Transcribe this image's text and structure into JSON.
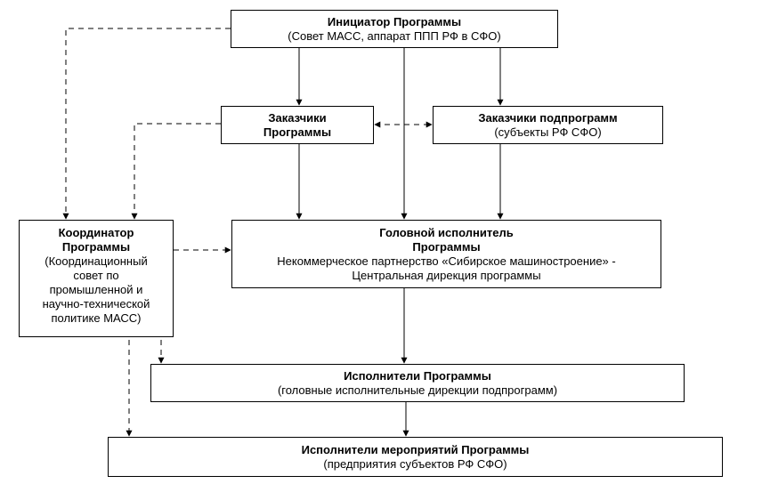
{
  "initiator": {
    "title": "Инициатор Программы",
    "subtitle": "(Совет МАСС, аппарат ППП РФ в СФО)"
  },
  "customers": {
    "line1": "Заказчики",
    "line2": "Программы"
  },
  "subprogram_customers": {
    "title": "Заказчики подпрограмм",
    "subtitle": "(субъекты РФ СФО)"
  },
  "coordinator": {
    "line1": "Координатор",
    "line2": "Программы",
    "desc1": "(Координационный",
    "desc2": "совет по",
    "desc3": "промышленной и",
    "desc4": "научно-технической",
    "desc5": "политике МАСС)"
  },
  "head_executor": {
    "line1": "Головной исполнитель",
    "line2": "Программы",
    "desc1": "Некоммерческое партнерство «Сибирское машиностроение» -",
    "desc2": "Центральная дирекция программы"
  },
  "executors": {
    "title": "Исполнители Программы",
    "subtitle": "(головные исполнительные дирекции подпрограмм)"
  },
  "activity_executors": {
    "title": "Исполнители мероприятий Программы",
    "subtitle": "(предприятия субъектов РФ СФО)"
  }
}
